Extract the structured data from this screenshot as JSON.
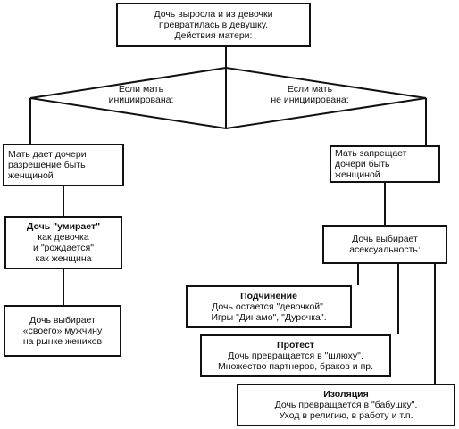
{
  "root": {
    "lines": [
      "Дочь выросла и из девочки",
      "превратилась в девушку.",
      "Действия матери:"
    ]
  },
  "cond_left": {
    "lines": [
      "Если мать",
      "инициирована:"
    ]
  },
  "cond_right": {
    "lines": [
      "Если мать",
      "не инициирована:"
    ]
  },
  "permit": {
    "lines": [
      "Мать дает дочери",
      "разрешение быть",
      "женщиной"
    ]
  },
  "forbid": {
    "lines": [
      "Мать запрещает",
      "дочери быть",
      "женщиной"
    ]
  },
  "dies": {
    "lines": [
      "Дочь \"умирает\"",
      "как девочка",
      "и \"рождается\"",
      "как женщина"
    ]
  },
  "asexual": {
    "lines": [
      "Дочь выбирает",
      "асексуальность:"
    ]
  },
  "chooses": {
    "lines": [
      "Дочь выбирает",
      "«своего» мужчину",
      "на рынке женихов"
    ]
  },
  "submission": {
    "title": "Подчинение",
    "lines": [
      "Дочь остается \"девочкой\".",
      "Игры \"Динамо\", \"Дурочка\"."
    ]
  },
  "protest": {
    "title": "Протест",
    "lines": [
      "Дочь превращается в \"шлюху\".",
      "Множество партнеров, браков и пр."
    ]
  },
  "isolation": {
    "title": "Изоляция",
    "lines": [
      "Дочь превращается в \"бабушку\".",
      "Уход в религию, в работу и т.п."
    ]
  }
}
